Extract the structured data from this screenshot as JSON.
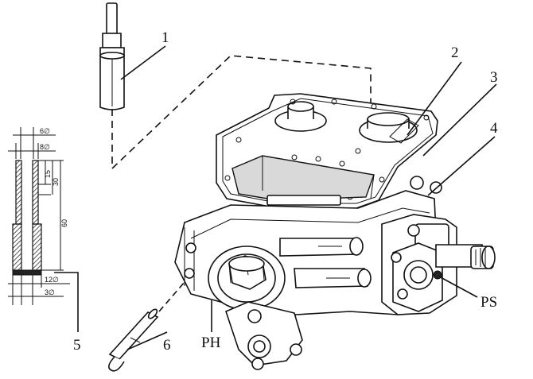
{
  "labels": {
    "l1": "1",
    "l2": "2",
    "l3": "3",
    "l4": "4",
    "l5": "5",
    "l6": "6",
    "ph": "PH",
    "ps": "PS"
  },
  "dimensions": {
    "d6": "6∅",
    "d8": "8∅",
    "d15": "15",
    "d30": "30",
    "d60": "60",
    "d12": "12∅",
    "d3": "3∅"
  }
}
